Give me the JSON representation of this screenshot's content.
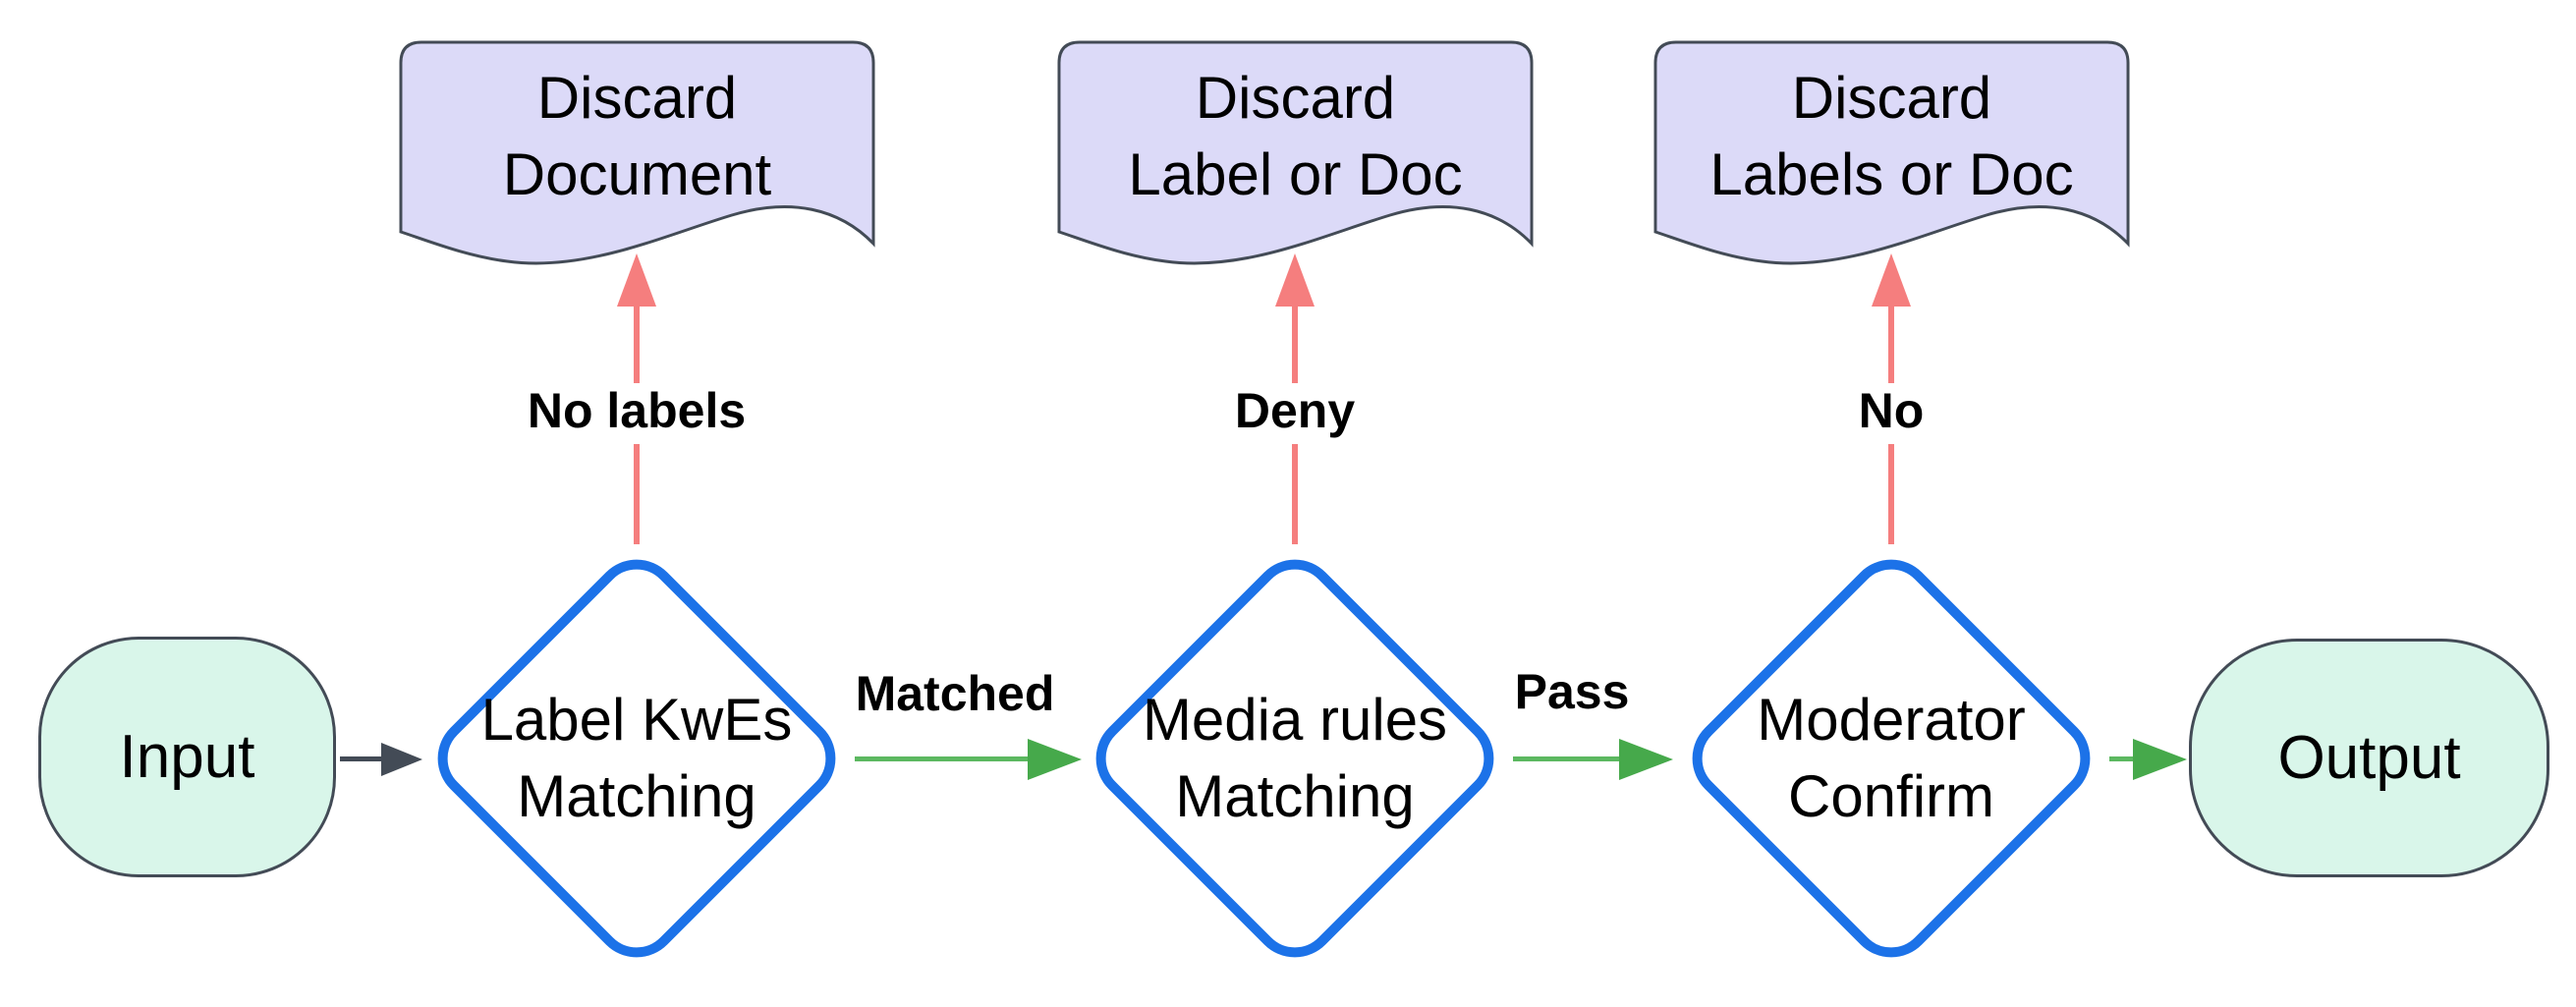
{
  "nodes": {
    "input": {
      "label": "Input"
    },
    "output": {
      "label": "Output"
    },
    "decision1": {
      "line1": "Label KwEs",
      "line2": "Matching"
    },
    "decision2": {
      "line1": "Media rules",
      "line2": "Matching"
    },
    "decision3": {
      "line1": "Moderator",
      "line2": "Confirm"
    },
    "doc1": {
      "line1": "Discard",
      "line2": "Document"
    },
    "doc2": {
      "line1": "Discard",
      "line2": "Label or Doc"
    },
    "doc3": {
      "line1": "Discard",
      "line2": "Labels or Doc"
    }
  },
  "edge_labels": {
    "no_labels": "No labels",
    "deny": "Deny",
    "no": "No",
    "matched": "Matched",
    "pass": "Pass"
  },
  "colors": {
    "diamond_border": "#1c72e8",
    "terminal_fill": "#d9f6ea",
    "document_fill": "#dcdaf8",
    "outline": "#434b56",
    "reject_arrow": "#f57e7e",
    "accept_arrow": "#5cb860",
    "accept_arrow_head": "#46a94b"
  }
}
